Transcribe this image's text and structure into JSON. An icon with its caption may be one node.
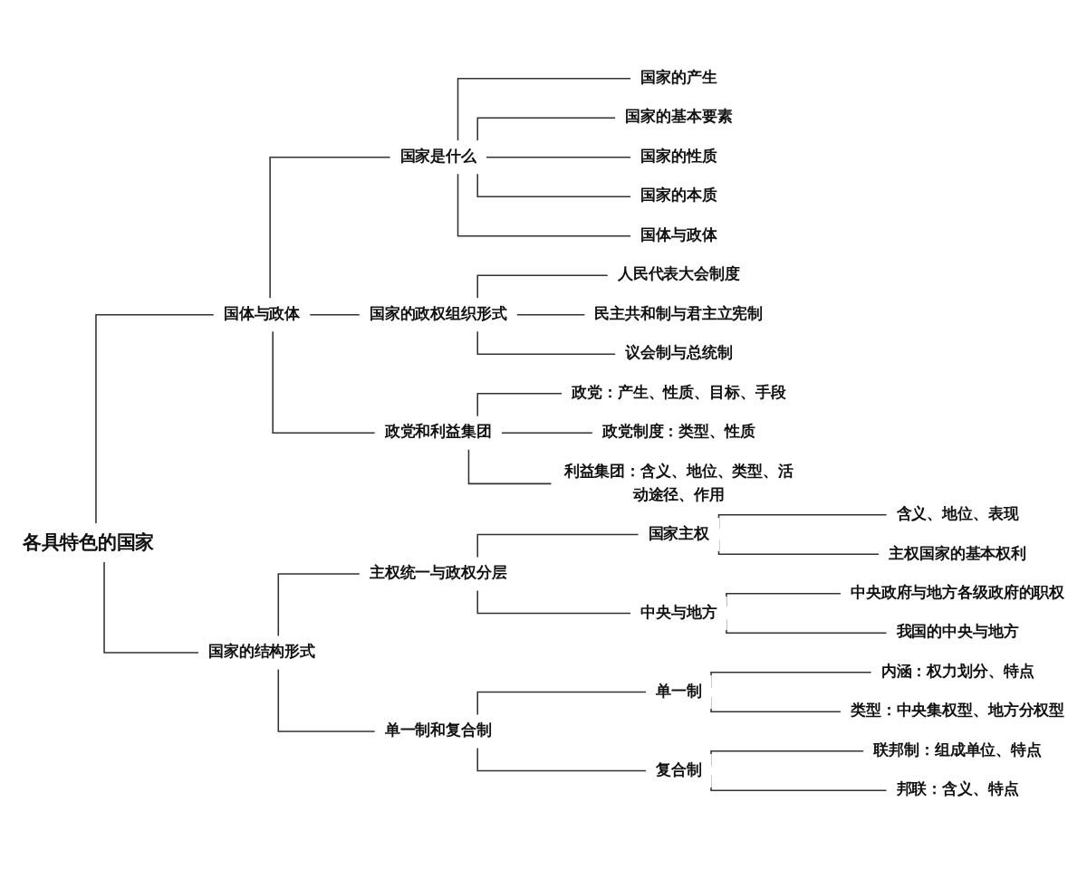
{
  "diagram": {
    "nodes": [
      {
        "text": [
          "各具特色的国家"
        ]
      },
      {
        "text": [
          "国体与政体"
        ]
      },
      {
        "text": [
          "国家是什么"
        ]
      },
      {
        "text": [
          "国家的产生"
        ]
      },
      {
        "text": [
          "国家的基本要素"
        ]
      },
      {
        "text": [
          "国家的性质"
        ]
      },
      {
        "text": [
          "国家的本质"
        ]
      },
      {
        "text": [
          "国体与政体"
        ]
      },
      {
        "text": [
          "国家的政权组织形式"
        ]
      },
      {
        "text": [
          "人民代表大会制度"
        ]
      },
      {
        "text": [
          "民主共和制与君主立宪制"
        ]
      },
      {
        "text": [
          "议会制与总统制"
        ]
      },
      {
        "text": [
          "政党和利益集团"
        ]
      },
      {
        "text": [
          "政党：产生、性质、目标、手段"
        ]
      },
      {
        "text": [
          "政党制度：类型、性质"
        ]
      },
      {
        "text": [
          "利益集团：含义、地位、类型、活动途径、作用"
        ]
      },
      {
        "text": [
          "国家的结构形式"
        ]
      },
      {
        "text": [
          "主权统一与政权分层"
        ]
      },
      {
        "text": [
          "国家主权"
        ]
      },
      {
        "text": [
          "含义、地位、表现"
        ]
      },
      {
        "text": [
          "主权国家的基本权利"
        ]
      },
      {
        "text": [
          "中央与地方"
        ]
      },
      {
        "text": [
          "中央政府与地方各级政府的职权"
        ]
      },
      {
        "text": [
          "我国的中央与地方"
        ]
      },
      {
        "text": [
          "单一制和复合制"
        ]
      },
      {
        "text": [
          "单一制"
        ]
      },
      {
        "text": [
          "内涵：权力划分、特点"
        ]
      },
      {
        "text": [
          "类型：中央集权型、地方分权型"
        ]
      },
      {
        "text": [
          "复合制"
        ]
      },
      {
        "text": [
          "联邦制：组成单位、特点"
        ]
      },
      {
        "text": [
          "邦联：含义、特点"
        ]
      }
    ],
    "edges": [
      {
        "from": 0,
        "to": 1,
        "arrow": "none"
      },
      {
        "from": 0,
        "to": 16,
        "arrow": "none"
      },
      {
        "from": 1,
        "to": 2,
        "arrow": "none"
      },
      {
        "from": 1,
        "to": 8,
        "arrow": "none"
      },
      {
        "from": 1,
        "to": 12,
        "arrow": "none"
      },
      {
        "from": 2,
        "to": 3,
        "arrow": "none"
      },
      {
        "from": 2,
        "to": 4,
        "arrow": "none"
      },
      {
        "from": 2,
        "to": 5,
        "arrow": "none"
      },
      {
        "from": 2,
        "to": 6,
        "arrow": "none"
      },
      {
        "from": 2,
        "to": 7,
        "arrow": "none"
      },
      {
        "from": 8,
        "to": 9,
        "arrow": "none"
      },
      {
        "from": 8,
        "to": 10,
        "arrow": "none"
      },
      {
        "from": 8,
        "to": 11,
        "arrow": "none"
      },
      {
        "from": 12,
        "to": 13,
        "arrow": "none"
      },
      {
        "from": 12,
        "to": 14,
        "arrow": "none"
      },
      {
        "from": 12,
        "to": 15,
        "arrow": "none"
      },
      {
        "from": 16,
        "to": 17,
        "arrow": "none"
      },
      {
        "from": 16,
        "to": 24,
        "arrow": "none"
      },
      {
        "from": 17,
        "to": 18,
        "arrow": "none"
      },
      {
        "from": 17,
        "to": 21,
        "arrow": "none"
      },
      {
        "from": 18,
        "to": 19,
        "arrow": "none"
      },
      {
        "from": 18,
        "to": 20,
        "arrow": "none"
      },
      {
        "from": 21,
        "to": 22,
        "arrow": "none"
      },
      {
        "from": 21,
        "to": 23,
        "arrow": "none"
      },
      {
        "from": 24,
        "to": 25,
        "arrow": "none"
      },
      {
        "from": 24,
        "to": 28,
        "arrow": "none"
      },
      {
        "from": 25,
        "to": 26,
        "arrow": "none"
      },
      {
        "from": 25,
        "to": 27,
        "arrow": "none"
      },
      {
        "from": 28,
        "to": 29,
        "arrow": "none"
      },
      {
        "from": 28,
        "to": 30,
        "arrow": "none"
      }
    ]
  }
}
